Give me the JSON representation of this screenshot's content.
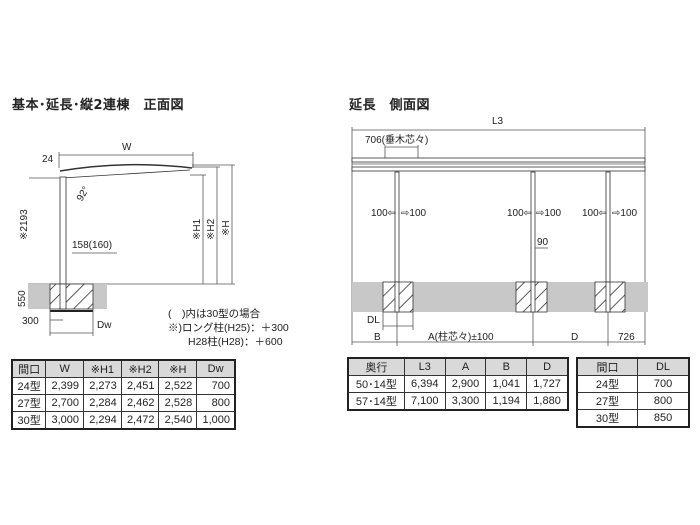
{
  "front_view": {
    "title": "基本･延長･縦2連棟　正面図",
    "labels": {
      "W": "W",
      "top": "24",
      "angle": "92°",
      "height": "※2193",
      "post": "158(160)",
      "H1": "※H1",
      "H2": "※H2",
      "H": "※H",
      "depth": "550",
      "offset": "300",
      "Dw": "Dw"
    },
    "notes": [
      "(　)内は30型の場合",
      "※)ロング柱(H25)：＋300",
      "H28柱(H28)：＋600"
    ]
  },
  "side_view": {
    "title": "延長　側面図",
    "labels": {
      "L3": "L3",
      "rafter": "706(垂木芯々)",
      "p1l": "100⇦",
      "p1r": "⇨100",
      "p2l": "100⇦",
      "p2r": "⇨100",
      "p3l": "100⇦",
      "p3r": "⇨100",
      "post90": "90",
      "DL": "DL",
      "B": "B",
      "A": "A(柱芯々)±100",
      "D": "D",
      "end": "726"
    }
  },
  "table_front": {
    "headers": [
      "間口",
      "W",
      "※H1",
      "※H2",
      "※H",
      "Dw"
    ],
    "rows": [
      [
        "24型",
        "2,399",
        "2,273",
        "2,451",
        "2,522",
        "700"
      ],
      [
        "27型",
        "2,700",
        "2,284",
        "2,462",
        "2,528",
        "800"
      ],
      [
        "30型",
        "3,000",
        "2,294",
        "2,472",
        "2,540",
        "1,000"
      ]
    ]
  },
  "table_side": {
    "headers": [
      "奥行",
      "L3",
      "A",
      "B",
      "D"
    ],
    "rows": [
      [
        "50･14型",
        "6,394",
        "2,900",
        "1,041",
        "1,727"
      ],
      [
        "57･14型",
        "7,100",
        "3,300",
        "1,194",
        "1,880"
      ]
    ]
  },
  "table_dl": {
    "headers": [
      "間口",
      "DL"
    ],
    "rows": [
      [
        "24型",
        "700"
      ],
      [
        "27型",
        "800"
      ],
      [
        "30型",
        "850"
      ]
    ]
  }
}
